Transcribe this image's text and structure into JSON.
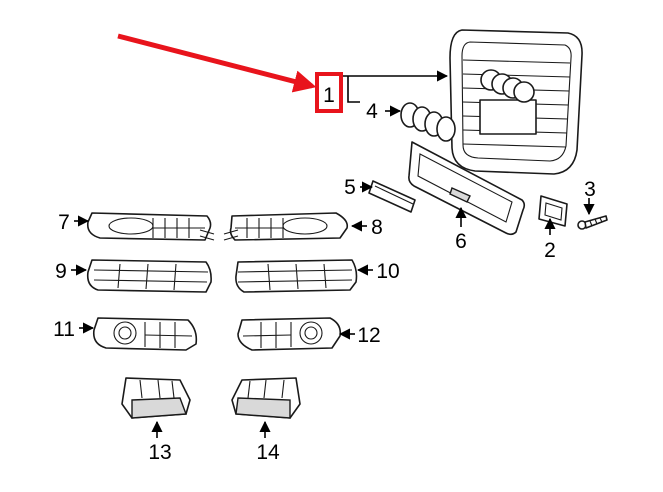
{
  "callouts": {
    "c1": "1",
    "c2": "2",
    "c3": "3",
    "c4": "4",
    "c5": "5",
    "c6": "6",
    "c7": "7",
    "c8": "8",
    "c9": "9",
    "c10": "10",
    "c11": "11",
    "c12": "12",
    "c13": "13",
    "c14": "14"
  },
  "highlight": {
    "callout": "1",
    "color": "#e8141c"
  },
  "pointer_arrow": {
    "color": "#e8141c",
    "target_callout": "1"
  },
  "line_color": "#000000"
}
